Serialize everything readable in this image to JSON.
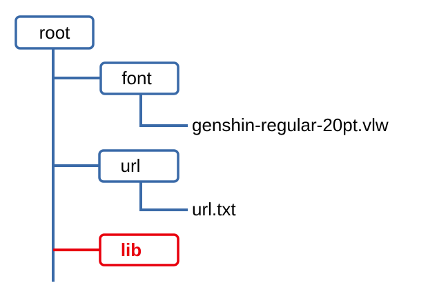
{
  "colors": {
    "line": "#3a6aa8",
    "highlight": "#e8000d",
    "text": "#000000",
    "background": "#ffffff"
  },
  "tree": {
    "root": {
      "label": "root"
    },
    "folders": [
      {
        "label": "font",
        "highlighted": false,
        "files": [
          "genshin-regular-20pt.vlw"
        ]
      },
      {
        "label": "url",
        "highlighted": false,
        "files": [
          "url.txt"
        ]
      },
      {
        "label": "lib",
        "highlighted": true,
        "files": []
      }
    ]
  }
}
